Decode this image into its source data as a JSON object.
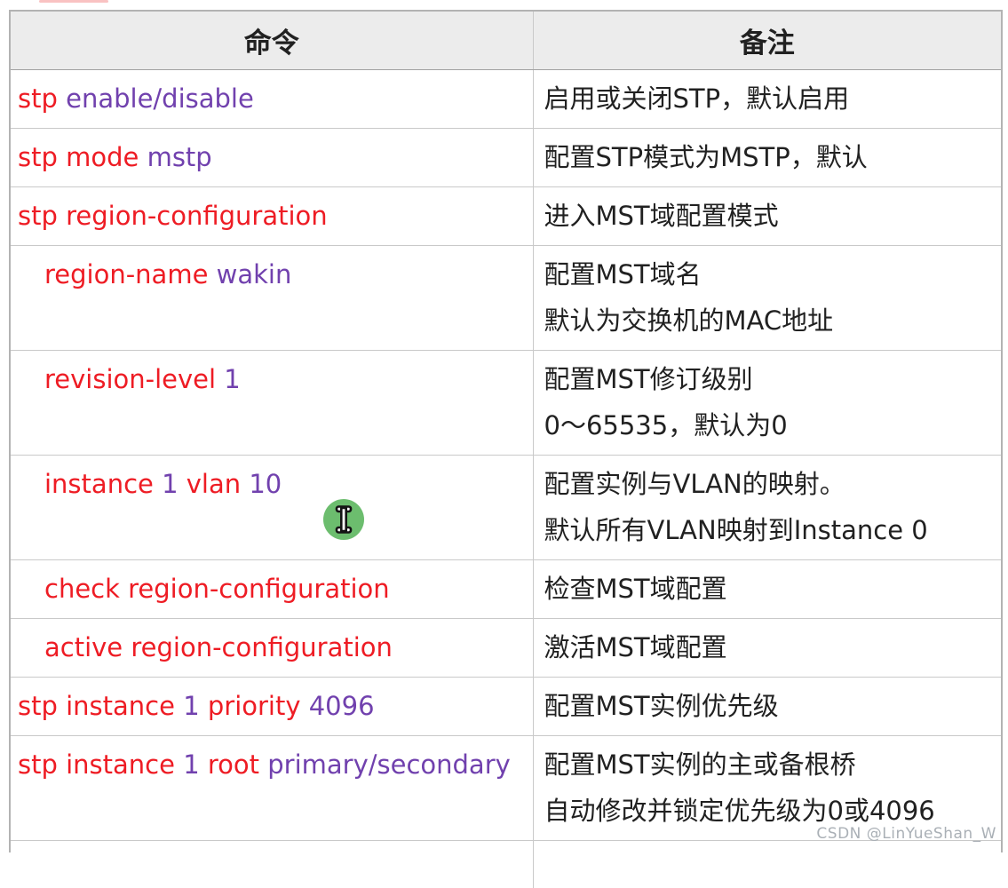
{
  "table": {
    "headers": [
      {
        "label": "命令"
      },
      {
        "label": "备注"
      }
    ],
    "rows": [
      {
        "indent": false,
        "command": [
          {
            "text": "stp ",
            "color": "red"
          },
          {
            "text": "enable/disable",
            "color": "purple"
          }
        ],
        "remark": [
          "启用或关闭STP，默认启用"
        ]
      },
      {
        "indent": false,
        "command": [
          {
            "text": "stp mode ",
            "color": "red"
          },
          {
            "text": "mstp",
            "color": "purple"
          }
        ],
        "remark": [
          "配置STP模式为MSTP，默认"
        ]
      },
      {
        "indent": false,
        "command": [
          {
            "text": "stp region-configuration",
            "color": "red"
          }
        ],
        "remark": [
          "进入MST域配置模式"
        ]
      },
      {
        "indent": true,
        "command": [
          {
            "text": "region-name ",
            "color": "red"
          },
          {
            "text": "wakin",
            "color": "purple"
          }
        ],
        "remark": [
          "配置MST域名",
          "默认为交换机的MAC地址"
        ]
      },
      {
        "indent": true,
        "command": [
          {
            "text": "revision-level ",
            "color": "red"
          },
          {
            "text": "1",
            "color": "purple"
          }
        ],
        "remark": [
          "配置MST修订级别",
          "0～65535，默认为0"
        ]
      },
      {
        "indent": true,
        "command": [
          {
            "text": "instance ",
            "color": "red"
          },
          {
            "text": "1 ",
            "color": "purple"
          },
          {
            "text": "vlan ",
            "color": "red"
          },
          {
            "text": "10",
            "color": "purple"
          }
        ],
        "remark": [
          "配置实例与VLAN的映射。",
          "默认所有VLAN映射到Instance 0"
        ]
      },
      {
        "indent": true,
        "command": [
          {
            "text": "check region-configuration",
            "color": "red"
          }
        ],
        "remark": [
          "检查MST域配置"
        ]
      },
      {
        "indent": true,
        "command": [
          {
            "text": "active region-configuration",
            "color": "red"
          }
        ],
        "remark": [
          "激活MST域配置"
        ]
      },
      {
        "indent": false,
        "command": [
          {
            "text": "stp instance ",
            "color": "red"
          },
          {
            "text": "1 ",
            "color": "purple"
          },
          {
            "text": "priority ",
            "color": "red"
          },
          {
            "text": "4096",
            "color": "purple"
          }
        ],
        "remark": [
          "配置MST实例优先级"
        ]
      },
      {
        "indent": false,
        "command": [
          {
            "text": "stp instance ",
            "color": "red"
          },
          {
            "text": "1 ",
            "color": "purple"
          },
          {
            "text": "root ",
            "color": "red"
          },
          {
            "text": "primary/secondary",
            "color": "purple"
          }
        ],
        "remark": [
          "配置MST实例的主或备根桥",
          "自动修改并锁定优先级为0或4096"
        ]
      },
      {
        "indent": false,
        "command": [],
        "remark": [],
        "empty": true
      }
    ]
  },
  "cursor": {
    "icon": "text-cursor-icon"
  },
  "watermark": "CSDN @LinYueShan_W",
  "colors": {
    "command_red": "#ee1c24",
    "command_purple": "#7141ae",
    "header_bg": "#ececec",
    "text": "#212121",
    "row_border": "#c9c9c9",
    "outer_border": "#b3b3b3",
    "header_border": "#a2a2a2",
    "cursor_green": "#6cbd6e",
    "watermark_gray": "#aab0b6"
  }
}
